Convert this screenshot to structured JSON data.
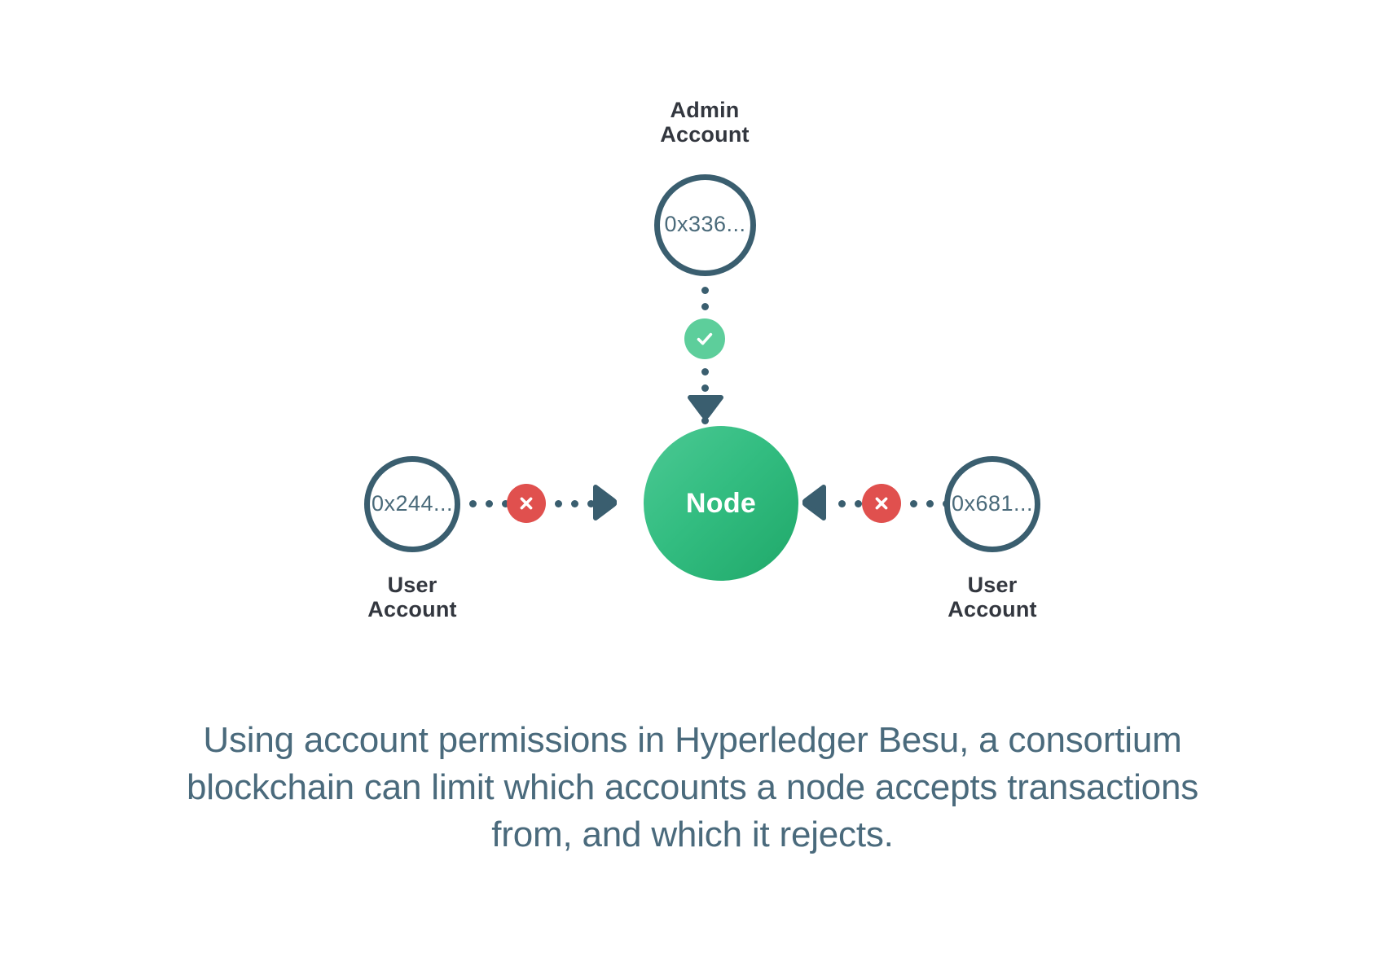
{
  "diagram": {
    "title_alt": "Hyperledger Besu account permissions",
    "admin": {
      "label": "Admin\nAccount",
      "address": "0x336...",
      "status": "allowed",
      "status_icon": "check-icon"
    },
    "node": {
      "label": "Node"
    },
    "user_left": {
      "label": "User\nAccount",
      "address": "0x244...",
      "status": "rejected",
      "status_icon": "x-icon"
    },
    "user_right": {
      "label": "User\nAccount",
      "address": "0x681...",
      "status": "rejected",
      "status_icon": "x-icon"
    }
  },
  "caption": {
    "text": "Using account permissions in Hyperledger Besu, a consortium blockchain can limit which accounts a node accepts transactions from, and which it rejects."
  },
  "colors": {
    "outline": "#3a5e6f",
    "address_text": "#4a6a7a",
    "label_text": "#33373f",
    "node_green_light": "#4cc994",
    "node_green_dark": "#1fa869",
    "allow_green": "#5dce9b",
    "deny_red": "#e0504e",
    "caption_text": "#4a6a7c",
    "background": "#ffffff"
  }
}
